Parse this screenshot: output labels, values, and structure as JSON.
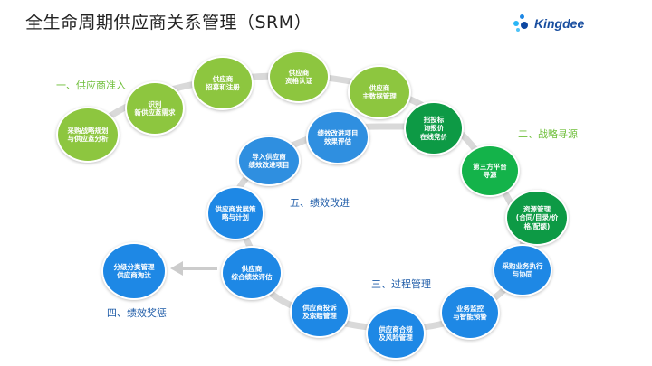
{
  "title": "全生命周期供应商关系管理（SRM）",
  "brand": {
    "name": "Kingdee"
  },
  "phases": [
    "一、供应商准入",
    "二、战略寻源",
    "三、过程管理",
    "四、绩效奖惩",
    "五、绩效改进"
  ],
  "nodes": [
    "采购战略规划\n与供应蓝分析",
    "识别\n新供应蓝需求",
    "供应商\n招募和注册",
    "供应商\n资格认证",
    "供应商\n主数据管理",
    "招投标\n询报价\n在线竞价",
    "第三方平台\n寻源",
    "资源管理\n(合同/目录/价\n格/配额)",
    "采购业务执行\n与协同",
    "业务监控\n与智能预警",
    "供应商合规\n及风险管理",
    "供应商投诉\n及索赔管理",
    "供应商\n综合绩效评估",
    "供应商发展策\n略与计划",
    "导入供应商\n绩效改进项目",
    "绩效改进项目\n效果评估",
    "分级分类管理\n供应商淘汰"
  ]
}
